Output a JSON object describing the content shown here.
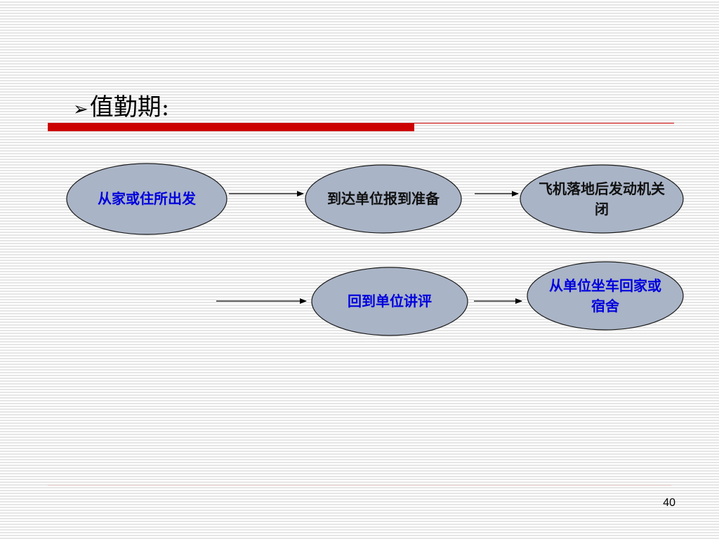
{
  "slide": {
    "title_bullet": "➢",
    "title": "值勤期:",
    "page_number": "40"
  },
  "nodes": {
    "leave_home": {
      "label": "从家或住所出发"
    },
    "report_to_unit": {
      "label": "到达单位报到准备"
    },
    "engine_shutdown": {
      "label": "飞机落地后发动机关闭"
    },
    "debrief": {
      "label": "回到单位讲评"
    },
    "return_home": {
      "label": "从单位坐车回家或宿舍"
    }
  },
  "colors": {
    "node_fill": "#a9b4c6",
    "node_stroke": "#1a1a1a",
    "title_rule": "#cc0000",
    "blue_text": "#0000dd"
  }
}
